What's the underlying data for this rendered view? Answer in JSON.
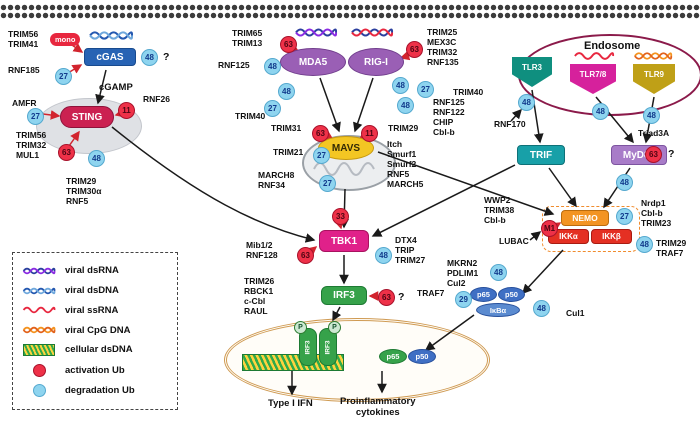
{
  "nodes": {
    "cgas": "cGAS",
    "sting": "STING",
    "cgamp": "cGAMP",
    "mono": "mono",
    "mda5": "MDA5",
    "rigi": "RIG-I",
    "mavs": "MAVS",
    "tbk1": "TBK1",
    "irf3": "IRF3",
    "endosome": "Endosome",
    "tlr3": "TLR3",
    "tlr78": "TLR7/8",
    "tlr9": "TLR9",
    "trif": "TRIF",
    "myd88": "MyD88",
    "nemo": "NEMO",
    "ikka": "IKKα",
    "ikkb": "IKKβ",
    "p65": "p65",
    "p50": "p50",
    "ikba": "IκBα",
    "irf3_nuc": "IRF3",
    "phospho": "P"
  },
  "labels": {
    "trim56_41": "TRIM56\nTRIM41",
    "rnf185": "RNF185",
    "amfr": "AMFR",
    "rnf26": "RNF26",
    "trim56_32_mul1": "TRIM56\nTRIM32\nMUL1",
    "trim29_30a_rnf5": "TRIM29\nTRIM30α\nRNF5",
    "trim65_13": "TRIM65\nTRIM13",
    "rnf125_left": "RNF125",
    "trim40_left": "TRIM40",
    "trim25_grp": "TRIM25\nMEX3C\nTRIM32\nRNF135",
    "trim40_right": "TRIM40",
    "rnf125_grp": "RNF125\nRNF122\nCHIP\nCbl-b",
    "trim31": "TRIM31",
    "trim29_mavs": "TRIM29",
    "trim21": "TRIM21",
    "itch_grp": "Itch\nSmurf1\nSmurf2\nRNF5\nMARCH5",
    "march8_rnf34": "MARCH8\nRNF34",
    "mib_grp": "Mib1/2\nRNF128",
    "dtx4_grp": "DTX4\nTRIP\nTRIM27",
    "trim26_grp": "TRIM26\nRBCK1\nc-Cbl\nRAUL",
    "traf7_mid": "TRAF7",
    "rnf170": "RNF170",
    "triad3a": "Triad3A",
    "wwp2_grp": "WWP2\nTRIM38\nCbl-b",
    "lubac": "LUBAC",
    "nrdp1_grp": "Nrdp1\nCbl-b\nTRIM23",
    "trim29_traf7": "TRIM29\nTRAF7",
    "mkrn2_grp": "MKRN2\nPDLIM1\nCul2",
    "cul1": "Cul1",
    "type1_ifn": "Type I IFN",
    "cytokines": "Proinflammatory\ncytokines",
    "question": "?"
  },
  "ub": {
    "cgas_k48": "48",
    "cgas_k27": "27",
    "sting_k27": "27",
    "sting_k11": "11",
    "sting_k63": "63",
    "sting_k48": "48",
    "mda5_k63": "63",
    "mda5_k48a": "48",
    "mda5_k48b": "48",
    "mda5_k27": "27",
    "rigi_k63": "63",
    "rigi_k48a": "48",
    "rigi_k27": "27",
    "rigi_k48b": "48",
    "mavs_k63": "63",
    "mavs_k11": "11",
    "mavs_k27a": "27",
    "mavs_k27b": "27",
    "tbk1_k33": "33",
    "tbk1_k63": "63",
    "tbk1_k48": "48",
    "irf3_k63": "63",
    "tlr3_k48": "48",
    "tlr78_k48": "48",
    "tlr9_k48": "48",
    "tlr_k63": "63",
    "myd88_k48": "48",
    "nemo_m1": "M1",
    "nemo_k27": "27",
    "ikk_k48": "48",
    "nfkb_k48": "48",
    "nfkb_k29": "29",
    "ikba_k48": "48"
  },
  "legend": {
    "items": [
      {
        "label": "viral dsRNA",
        "icon": "dsrna-icon"
      },
      {
        "label": "viral dsDNA",
        "icon": "dsdna-icon"
      },
      {
        "label": "viral ssRNA",
        "icon": "ssrna-icon"
      },
      {
        "label": "viral CpG DNA",
        "icon": "cpg-dna-icon"
      },
      {
        "label": "cellular dsDNA",
        "icon": "cellular-dsdna-icon"
      },
      {
        "label": "activation Ub",
        "icon": "activation-ub-icon"
      },
      {
        "label": "degradation Ub",
        "icon": "degradation-ub-icon"
      }
    ]
  },
  "colors": {
    "activation_ub": "#ee3148",
    "degradation_ub": "#8ed4ef",
    "cgas": "#2763b4",
    "sting": "#cb2151",
    "rlr_receptor": "#9a5fb5",
    "mavs": "#f3c623",
    "tbk1": "#e0218a",
    "irf3": "#36a24a",
    "tlr3": "#0f8f7f",
    "tlr78": "#d6219c",
    "tlr9": "#bfa017",
    "trif": "#18a0a8",
    "myd88": "#a87cc8",
    "nemo": "#f39422",
    "ikk": "#e43023",
    "nfkb": "#3f6fc4",
    "endosome_border": "#8b1a4a",
    "nucleus_border": "#cf9a52"
  }
}
